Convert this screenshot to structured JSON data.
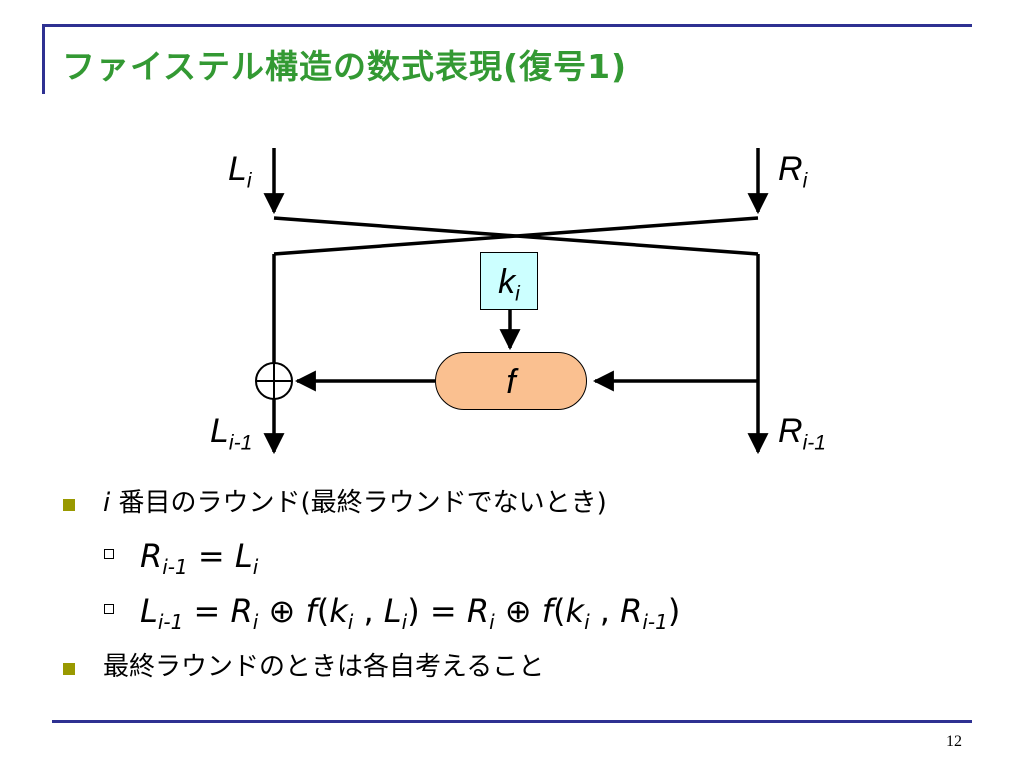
{
  "slide": {
    "title": "ファイステル構造の数式表現(復号1)",
    "page_number": "12"
  },
  "diagram": {
    "left_input": "L",
    "left_input_sub": "i",
    "right_input": "R",
    "right_input_sub": "i",
    "key": "k",
    "key_sub": "i",
    "func": "f",
    "left_output": "L",
    "left_output_sub": "i-1",
    "right_output": "R",
    "right_output_sub": "i-1"
  },
  "bullets": {
    "b1_var": "i",
    "b1_text": "番目のラウンド(最終ラウンドでないとき)",
    "eq1": {
      "lhs": "R",
      "lhs_sub": "i-1",
      "op": " = ",
      "rhs": "L",
      "rhs_sub": "i"
    },
    "eq2": {
      "lhs": "L",
      "lhs_sub": "i-1",
      "eq": " = ",
      "r1": "R",
      "r1_sub": "i",
      "xor1": " ⊕ ",
      "f1": "f",
      "p1": "(",
      "k1": "k",
      "k1_sub": "i",
      "comma1": " , ",
      "l1": "L",
      "l1_sub": "i",
      "p1c": ")",
      "eq2": " = ",
      "r2": "R",
      "r2_sub": "i",
      "xor2": " ⊕ ",
      "f2": "f",
      "p2": "(",
      "k2": "k",
      "k2_sub": "i",
      "comma2": " , ",
      "r3": "R",
      "r3_sub": "i-1",
      "p2c": ")"
    },
    "b2_text": "最終ラウンドのときは各自考えること"
  }
}
